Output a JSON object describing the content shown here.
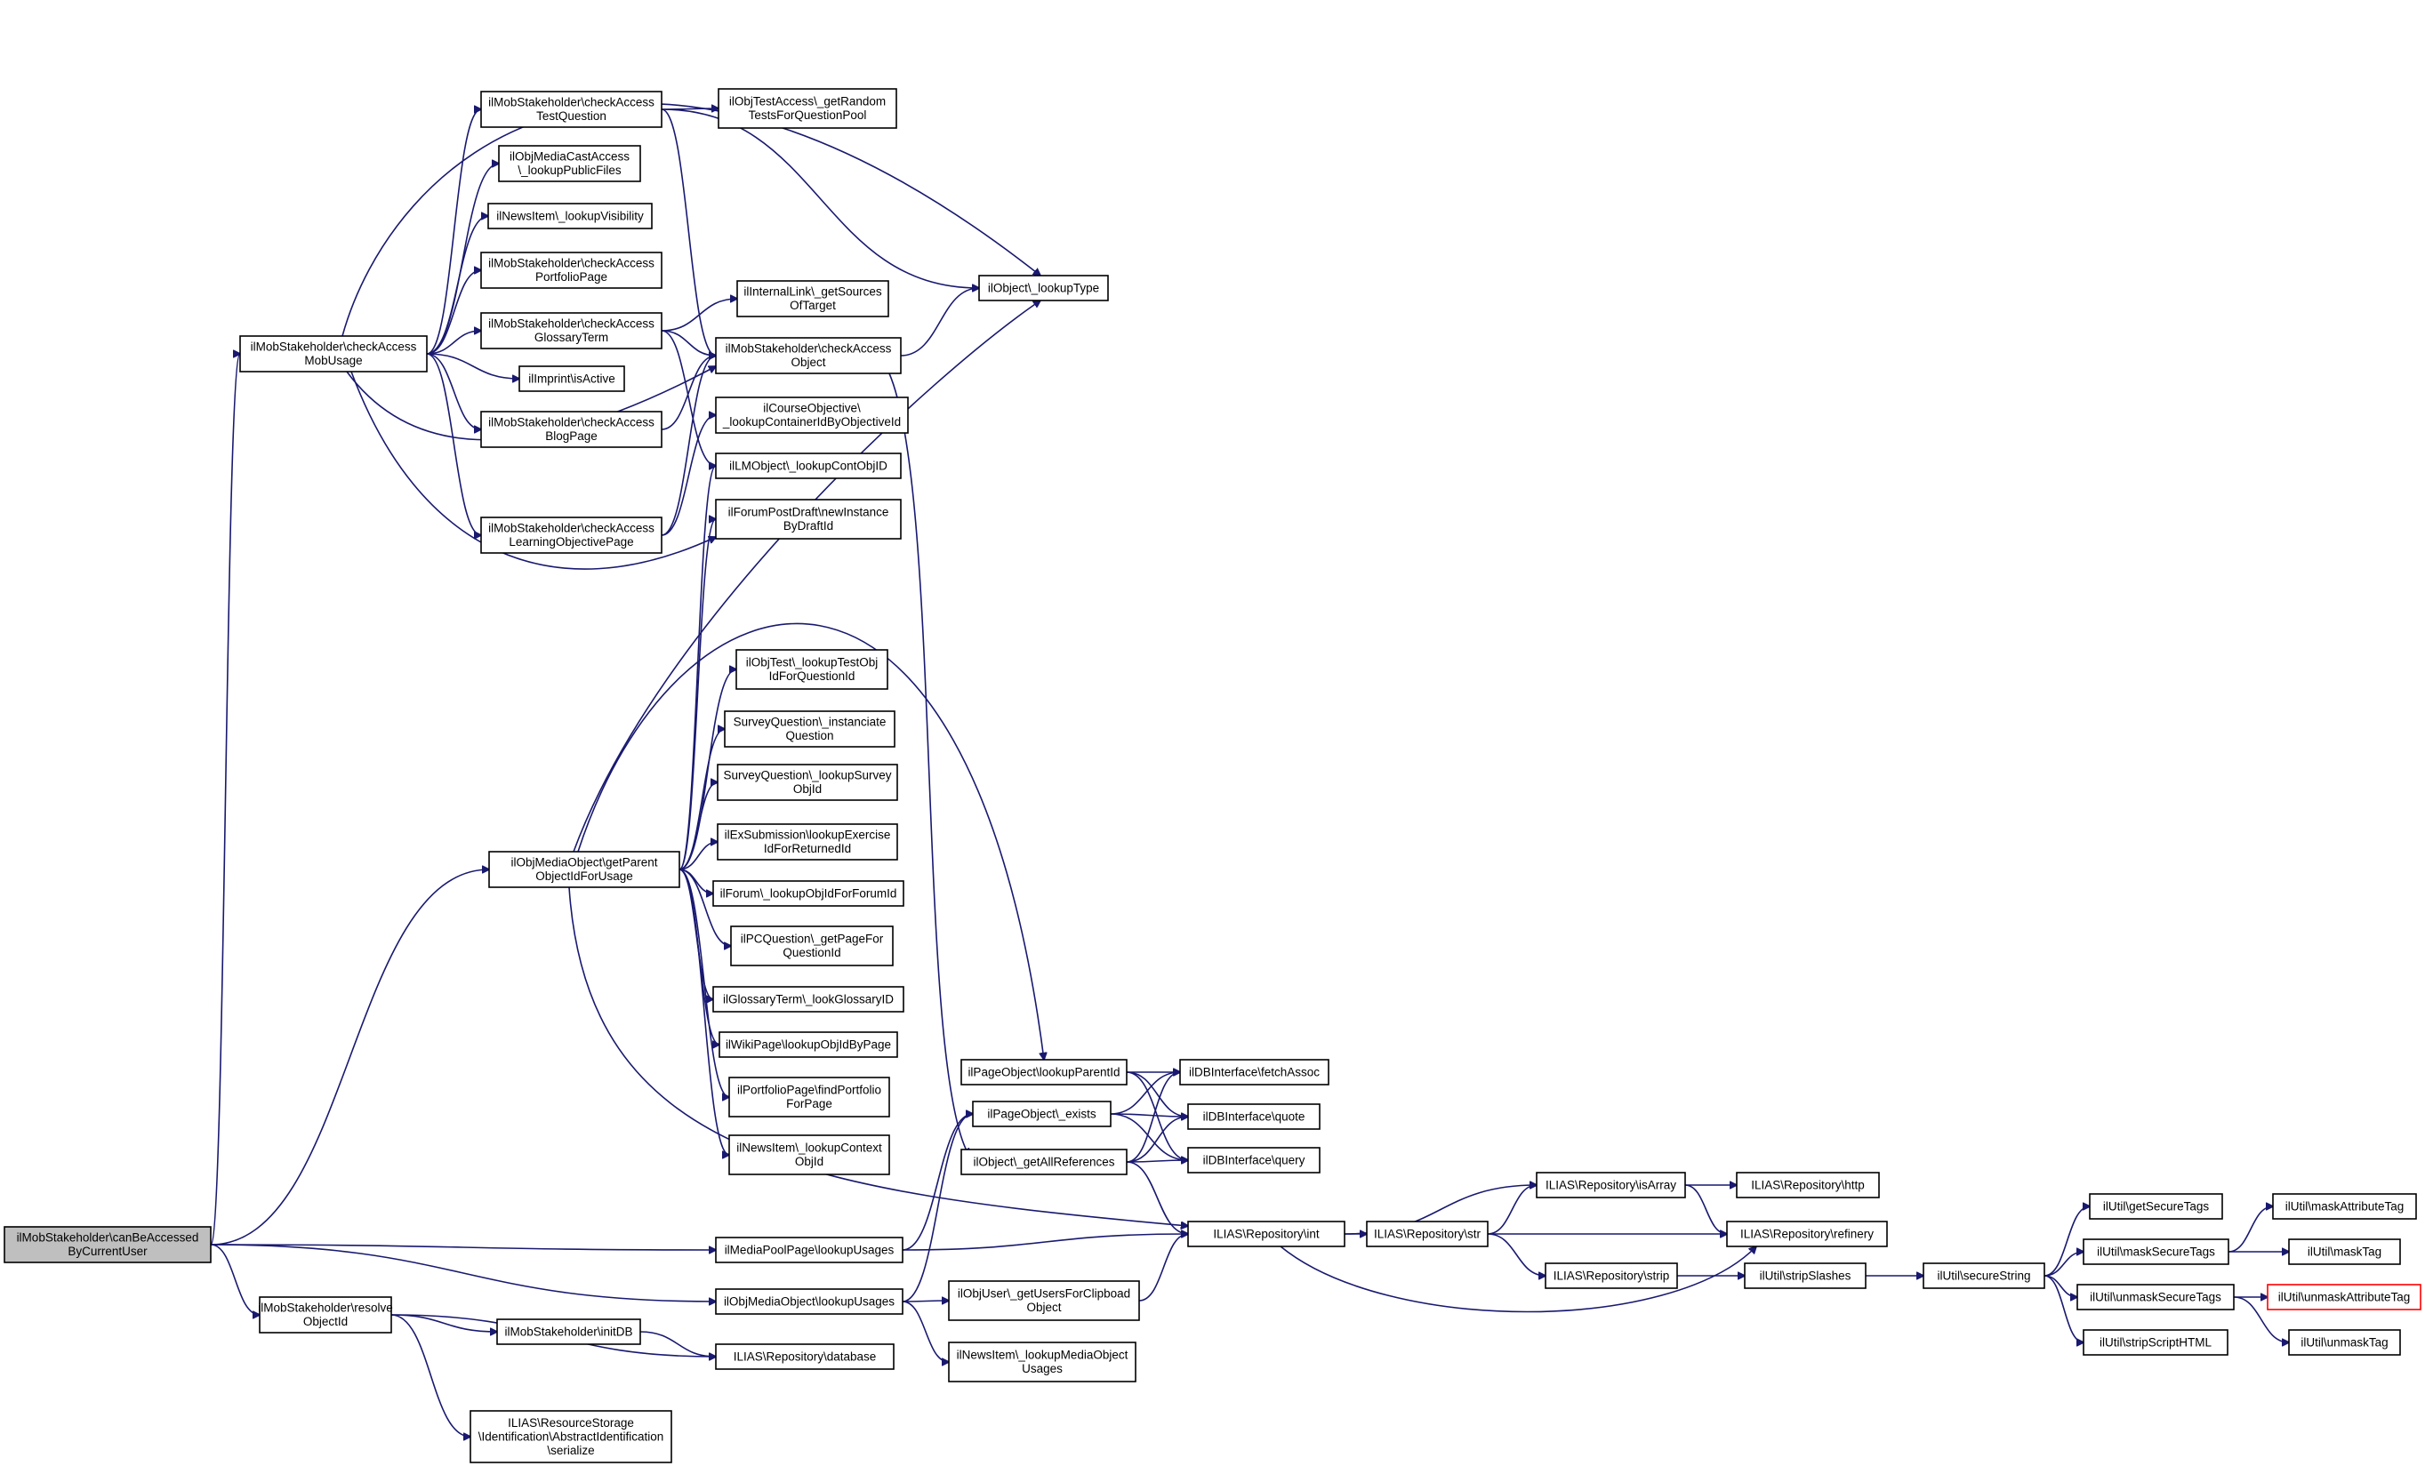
{
  "diagram": {
    "type": "call-graph",
    "colors": {
      "edge": "#191970",
      "root_fill": "#bfbfbf",
      "node_border": "#000000",
      "truncated_border": "#ff0000"
    },
    "nodes": [
      {
        "id": "root",
        "lines": [
          "ilMobStakeholder\\canBeAccessed",
          "ByCurrentUser"
        ]
      },
      {
        "id": "checkAccessMobUsage",
        "lines": [
          "ilMobStakeholder\\checkAccess",
          "MobUsage"
        ]
      },
      {
        "id": "getParentObjectIdForUsage",
        "lines": [
          "ilObjMediaObject\\getParent",
          "ObjectIdForUsage"
        ]
      },
      {
        "id": "resolveObjectId",
        "lines": [
          "ilMobStakeholder\\resolve",
          "ObjectId"
        ]
      },
      {
        "id": "checkAccessTestQuestion",
        "lines": [
          "ilMobStakeholder\\checkAccess",
          "TestQuestion"
        ]
      },
      {
        "id": "lookupPublicFiles",
        "lines": [
          "ilObjMediaCastAccess",
          "\\_lookupPublicFiles"
        ]
      },
      {
        "id": "lookupVisibility",
        "lines": [
          "ilNewsItem\\_lookupVisibility"
        ]
      },
      {
        "id": "checkAccessPortfolioPage",
        "lines": [
          "ilMobStakeholder\\checkAccess",
          "PortfolioPage"
        ]
      },
      {
        "id": "checkAccessGlossaryTerm",
        "lines": [
          "ilMobStakeholder\\checkAccess",
          "GlossaryTerm"
        ]
      },
      {
        "id": "imprintIsActive",
        "lines": [
          "ilImprint\\isActive"
        ]
      },
      {
        "id": "checkAccessBlogPage",
        "lines": [
          "ilMobStakeholder\\checkAccess",
          "BlogPage"
        ]
      },
      {
        "id": "checkAccessLearningObjectivePage",
        "lines": [
          "ilMobStakeholder\\checkAccess",
          "LearningObjectivePage"
        ]
      },
      {
        "id": "initDB",
        "lines": [
          "ilMobStakeholder\\initDB"
        ]
      },
      {
        "id": "serialize",
        "lines": [
          "ILIAS\\ResourceStorage",
          "\\Identification\\AbstractIdentification",
          "\\serialize"
        ]
      },
      {
        "id": "getRandomTests",
        "lines": [
          "ilObjTestAccess\\_getRandom",
          "TestsForQuestionPool"
        ]
      },
      {
        "id": "getSourcesOfTarget",
        "lines": [
          "ilInternalLink\\_getSources",
          "OfTarget"
        ]
      },
      {
        "id": "checkAccessObject",
        "lines": [
          "ilMobStakeholder\\checkAccess",
          "Object"
        ]
      },
      {
        "id": "lookupContainerId",
        "lines": [
          "ilCourseObjective\\",
          "_lookupContainerIdByObjectiveId"
        ]
      },
      {
        "id": "lookupContObjID",
        "lines": [
          "ilLMObject\\_lookupContObjID"
        ]
      },
      {
        "id": "newInstanceByDraftId",
        "lines": [
          "ilForumPostDraft\\newInstance",
          "ByDraftId"
        ]
      },
      {
        "id": "lookupTestObjId",
        "lines": [
          "ilObjTest\\_lookupTestObj",
          "IdForQuestionId"
        ]
      },
      {
        "id": "instanciateQuestion",
        "lines": [
          "SurveyQuestion\\_instanciate",
          "Question"
        ]
      },
      {
        "id": "lookupSurveyObjId",
        "lines": [
          "SurveyQuestion\\_lookupSurvey",
          "ObjId"
        ]
      },
      {
        "id": "lookupExerciseId",
        "lines": [
          "ilExSubmission\\lookupExercise",
          "IdForReturnedId"
        ]
      },
      {
        "id": "lookupObjIdForForumId",
        "lines": [
          "ilForum\\_lookupObjIdForForumId"
        ]
      },
      {
        "id": "getPageForQuestionId",
        "lines": [
          "ilPCQuestion\\_getPageFor",
          "QuestionId"
        ]
      },
      {
        "id": "lookGlossaryID",
        "lines": [
          "ilGlossaryTerm\\_lookGlossaryID"
        ]
      },
      {
        "id": "lookupObjIdByPage",
        "lines": [
          "ilWikiPage\\lookupObjIdByPage"
        ]
      },
      {
        "id": "findPortfolioForPage",
        "lines": [
          "ilPortfolioPage\\findPortfolio",
          "ForPage"
        ]
      },
      {
        "id": "lookupContextObjId",
        "lines": [
          "ilNewsItem\\_lookupContext",
          "ObjId"
        ]
      },
      {
        "id": "mediaPoolLookupUsages",
        "lines": [
          "ilMediaPoolPage\\lookupUsages"
        ]
      },
      {
        "id": "mediaObjectLookupUsages",
        "lines": [
          "ilObjMediaObject\\lookupUsages"
        ]
      },
      {
        "id": "repositoryDatabase",
        "lines": [
          "ILIAS\\Repository\\database"
        ]
      },
      {
        "id": "lookupType",
        "lines": [
          "ilObject\\_lookupType"
        ]
      },
      {
        "id": "lookupParentId",
        "lines": [
          "ilPageObject\\lookupParentId"
        ]
      },
      {
        "id": "pageObjectExists",
        "lines": [
          "ilPageObject\\_exists"
        ]
      },
      {
        "id": "getAllReferences",
        "lines": [
          "ilObject\\_getAllReferences"
        ]
      },
      {
        "id": "getUsersForClipboard",
        "lines": [
          "ilObjUser\\_getUsersForClipboad",
          "Object"
        ]
      },
      {
        "id": "lookupMediaObjectUsages",
        "lines": [
          "ilNewsItem\\_lookupMediaObject",
          "Usages"
        ]
      },
      {
        "id": "fetchAssoc",
        "lines": [
          "ilDBInterface\\fetchAssoc"
        ]
      },
      {
        "id": "dbQuote",
        "lines": [
          "ilDBInterface\\quote"
        ]
      },
      {
        "id": "dbQuery",
        "lines": [
          "ilDBInterface\\query"
        ]
      },
      {
        "id": "repositoryInt",
        "lines": [
          "ILIAS\\Repository\\int"
        ]
      },
      {
        "id": "repositoryStr",
        "lines": [
          "ILIAS\\Repository\\str"
        ]
      },
      {
        "id": "repositoryIsArray",
        "lines": [
          "ILIAS\\Repository\\isArray"
        ]
      },
      {
        "id": "repositoryStrip",
        "lines": [
          "ILIAS\\Repository\\strip"
        ]
      },
      {
        "id": "repositoryHttp",
        "lines": [
          "ILIAS\\Repository\\http"
        ]
      },
      {
        "id": "repositoryRefinery",
        "lines": [
          "ILIAS\\Repository\\refinery"
        ]
      },
      {
        "id": "stripSlashes",
        "lines": [
          "ilUtil\\stripSlashes"
        ]
      },
      {
        "id": "secureString",
        "lines": [
          "ilUtil\\secureString"
        ]
      },
      {
        "id": "getSecureTags",
        "lines": [
          "ilUtil\\getSecureTags"
        ]
      },
      {
        "id": "maskSecureTags",
        "lines": [
          "ilUtil\\maskSecureTags"
        ]
      },
      {
        "id": "unmaskSecureTags",
        "lines": [
          "ilUtil\\unmaskSecureTags"
        ]
      },
      {
        "id": "stripScriptHTML",
        "lines": [
          "ilUtil\\stripScriptHTML"
        ]
      },
      {
        "id": "maskAttributeTag",
        "lines": [
          "ilUtil\\maskAttributeTag"
        ]
      },
      {
        "id": "maskTag",
        "lines": [
          "ilUtil\\maskTag"
        ]
      },
      {
        "id": "unmaskAttributeTag",
        "lines": [
          "ilUtil\\unmaskAttributeTag"
        ]
      },
      {
        "id": "unmaskTag",
        "lines": [
          "ilUtil\\unmaskTag"
        ]
      }
    ],
    "edges": [
      {
        "from": "root",
        "to": "checkAccessMobUsage"
      },
      {
        "from": "root",
        "to": "getParentObjectIdForUsage"
      },
      {
        "from": "root",
        "to": "mediaPoolLookupUsages"
      },
      {
        "from": "root",
        "to": "mediaObjectLookupUsages"
      },
      {
        "from": "root",
        "to": "resolveObjectId"
      },
      {
        "from": "checkAccessMobUsage",
        "to": "checkAccessTestQuestion"
      },
      {
        "from": "checkAccessMobUsage",
        "to": "lookupPublicFiles"
      },
      {
        "from": "checkAccessMobUsage",
        "to": "lookupVisibility"
      },
      {
        "from": "checkAccessMobUsage",
        "to": "checkAccessPortfolioPage"
      },
      {
        "from": "checkAccessMobUsage",
        "to": "checkAccessGlossaryTerm"
      },
      {
        "from": "checkAccessMobUsage",
        "to": "imprintIsActive"
      },
      {
        "from": "checkAccessMobUsage",
        "to": "checkAccessBlogPage"
      },
      {
        "from": "checkAccessMobUsage",
        "to": "checkAccessLearningObjectivePage"
      },
      {
        "from": "checkAccessMobUsage",
        "to": "lookupType"
      },
      {
        "from": "checkAccessMobUsage",
        "to": "checkAccessObject"
      },
      {
        "from": "checkAccessMobUsage",
        "to": "newInstanceByDraftId"
      },
      {
        "from": "checkAccessTestQuestion",
        "to": "getRandomTests"
      },
      {
        "from": "checkAccessTestQuestion",
        "to": "lookupType"
      },
      {
        "from": "checkAccessTestQuestion",
        "to": "checkAccessObject"
      },
      {
        "from": "checkAccessGlossaryTerm",
        "to": "getSourcesOfTarget"
      },
      {
        "from": "checkAccessGlossaryTerm",
        "to": "checkAccessObject"
      },
      {
        "from": "checkAccessGlossaryTerm",
        "to": "lookupContObjID"
      },
      {
        "from": "checkAccessBlogPage",
        "to": "checkAccessObject"
      },
      {
        "from": "checkAccessLearningObjectivePage",
        "to": "lookupContainerId"
      },
      {
        "from": "checkAccessLearningObjectivePage",
        "to": "checkAccessObject"
      },
      {
        "from": "checkAccessObject",
        "to": "lookupType"
      },
      {
        "from": "checkAccessObject",
        "to": "getAllReferences"
      },
      {
        "from": "getParentObjectIdForUsage",
        "to": "lookupType"
      },
      {
        "from": "getParentObjectIdForUsage",
        "to": "lookupContObjID"
      },
      {
        "from": "getParentObjectIdForUsage",
        "to": "newInstanceByDraftId"
      },
      {
        "from": "getParentObjectIdForUsage",
        "to": "lookupParentId"
      },
      {
        "from": "getParentObjectIdForUsage",
        "to": "lookupTestObjId"
      },
      {
        "from": "getParentObjectIdForUsage",
        "to": "instanciateQuestion"
      },
      {
        "from": "getParentObjectIdForUsage",
        "to": "lookupSurveyObjId"
      },
      {
        "from": "getParentObjectIdForUsage",
        "to": "lookupExerciseId"
      },
      {
        "from": "getParentObjectIdForUsage",
        "to": "lookupObjIdForForumId"
      },
      {
        "from": "getParentObjectIdForUsage",
        "to": "getPageForQuestionId"
      },
      {
        "from": "getParentObjectIdForUsage",
        "to": "lookGlossaryID"
      },
      {
        "from": "getParentObjectIdForUsage",
        "to": "lookupObjIdByPage"
      },
      {
        "from": "getParentObjectIdForUsage",
        "to": "findPortfolioForPage"
      },
      {
        "from": "getParentObjectIdForUsage",
        "to": "lookupContextObjId"
      },
      {
        "from": "getParentObjectIdForUsage",
        "to": "repositoryInt"
      },
      {
        "from": "resolveObjectId",
        "to": "initDB"
      },
      {
        "from": "resolveObjectId",
        "to": "repositoryDatabase"
      },
      {
        "from": "resolveObjectId",
        "to": "serialize"
      },
      {
        "from": "initDB",
        "to": "repositoryDatabase"
      },
      {
        "from": "mediaPoolLookupUsages",
        "to": "pageObjectExists"
      },
      {
        "from": "mediaPoolLookupUsages",
        "to": "repositoryInt"
      },
      {
        "from": "mediaObjectLookupUsages",
        "to": "pageObjectExists"
      },
      {
        "from": "mediaObjectLookupUsages",
        "to": "getUsersForClipboard"
      },
      {
        "from": "mediaObjectLookupUsages",
        "to": "lookupMediaObjectUsages"
      },
      {
        "from": "lookupParentId",
        "to": "fetchAssoc"
      },
      {
        "from": "lookupParentId",
        "to": "dbQuote"
      },
      {
        "from": "lookupParentId",
        "to": "dbQuery"
      },
      {
        "from": "pageObjectExists",
        "to": "fetchAssoc"
      },
      {
        "from": "pageObjectExists",
        "to": "dbQuote"
      },
      {
        "from": "pageObjectExists",
        "to": "dbQuery"
      },
      {
        "from": "getAllReferences",
        "to": "fetchAssoc"
      },
      {
        "from": "getAllReferences",
        "to": "dbQuote"
      },
      {
        "from": "getAllReferences",
        "to": "dbQuery"
      },
      {
        "from": "getAllReferences",
        "to": "repositoryInt"
      },
      {
        "from": "getUsersForClipboard",
        "to": "repositoryInt"
      },
      {
        "from": "repositoryInt",
        "to": "repositoryStr"
      },
      {
        "from": "repositoryInt",
        "to": "repositoryIsArray"
      },
      {
        "from": "repositoryInt",
        "to": "repositoryRefinery"
      },
      {
        "from": "repositoryStr",
        "to": "repositoryIsArray"
      },
      {
        "from": "repositoryStr",
        "to": "repositoryRefinery"
      },
      {
        "from": "repositoryStr",
        "to": "repositoryStrip"
      },
      {
        "from": "repositoryIsArray",
        "to": "repositoryHttp"
      },
      {
        "from": "repositoryIsArray",
        "to": "repositoryRefinery"
      },
      {
        "from": "repositoryStrip",
        "to": "stripSlashes"
      },
      {
        "from": "stripSlashes",
        "to": "secureString"
      },
      {
        "from": "secureString",
        "to": "getSecureTags"
      },
      {
        "from": "secureString",
        "to": "maskSecureTags"
      },
      {
        "from": "secureString",
        "to": "unmaskSecureTags"
      },
      {
        "from": "secureString",
        "to": "stripScriptHTML"
      },
      {
        "from": "maskSecureTags",
        "to": "maskAttributeTag"
      },
      {
        "from": "maskSecureTags",
        "to": "maskTag"
      },
      {
        "from": "unmaskSecureTags",
        "to": "unmaskAttributeTag"
      },
      {
        "from": "unmaskSecureTags",
        "to": "unmaskTag"
      }
    ]
  }
}
